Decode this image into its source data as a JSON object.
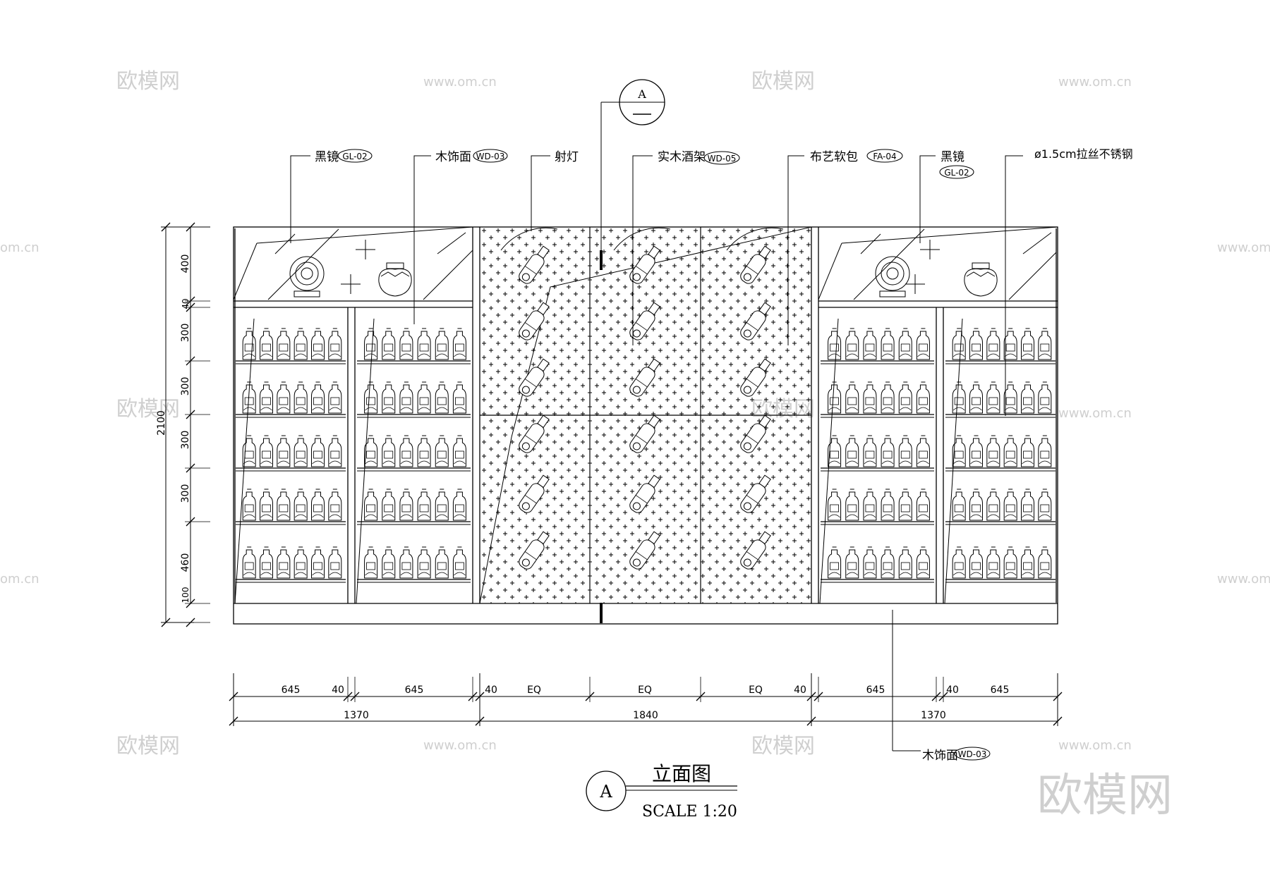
{
  "section_marker": {
    "letter": "A"
  },
  "labels": {
    "black_mirror_left": "黑镜",
    "black_mirror_left_code": "GL-02",
    "wood_veneer": "木饰面",
    "wood_veneer_code": "WD-03",
    "spotlight": "射灯",
    "wine_rack": "实木酒架",
    "wine_rack_code": "WD-05",
    "fabric_panel": "布艺软包",
    "fabric_panel_code": "FA-04",
    "black_mirror_right": "黑镜",
    "black_mirror_right_code": "GL-02",
    "steel": "ø1.5cm拉丝不锈钢",
    "wood_veneer_bottom": "木饰面",
    "wood_veneer_bottom_code": "WD-03"
  },
  "vertical_dims": {
    "total": "2100",
    "segments": [
      "400",
      "40",
      "300",
      "300",
      "300",
      "300",
      "460",
      "100"
    ]
  },
  "horizontal_dims": {
    "row1": [
      "645",
      "40",
      "645",
      "40",
      "EQ",
      "EQ",
      "EQ",
      "40",
      "645",
      "40",
      "645"
    ],
    "row2": [
      "1370",
      "1840",
      "1370"
    ]
  },
  "title": {
    "letter": "A",
    "name": "立面图",
    "scale": "SCALE 1:20"
  },
  "watermarks": {
    "brand": "欧模网",
    "url": "www.om.cn",
    "url_short": "om.cn",
    "big": "欧模网"
  },
  "colors": {
    "line": "#000000",
    "watermark": "#cfcfcf"
  }
}
